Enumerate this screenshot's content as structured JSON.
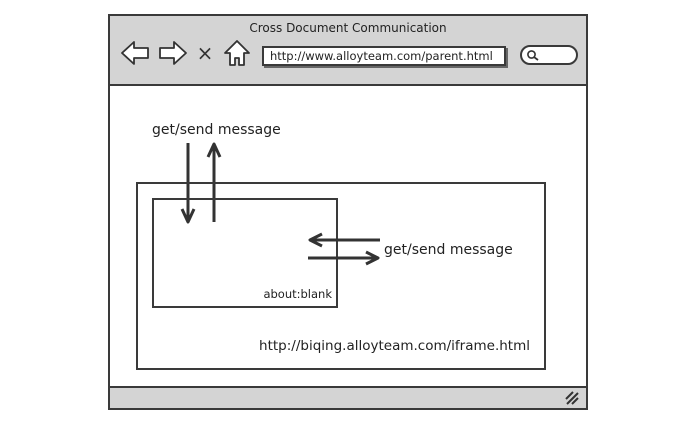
{
  "window": {
    "title": "Cross Document Communication",
    "address": "http://www.alloyteam.com/parent.html"
  },
  "toolbar": {
    "back_icon": "left-arrow-icon",
    "forward_icon": "right-arrow-icon",
    "close_symbol": "×",
    "home_icon": "home-icon",
    "search_icon": "search-icon"
  },
  "diagram": {
    "top_message": "get/send message",
    "right_message": "get/send message",
    "iframe_url": "http://biqing.alloyteam.com/iframe.html",
    "inner_doc": "about:blank"
  },
  "colors": {
    "chrome": "#d4d4d4",
    "stroke": "#3a3a3a"
  }
}
